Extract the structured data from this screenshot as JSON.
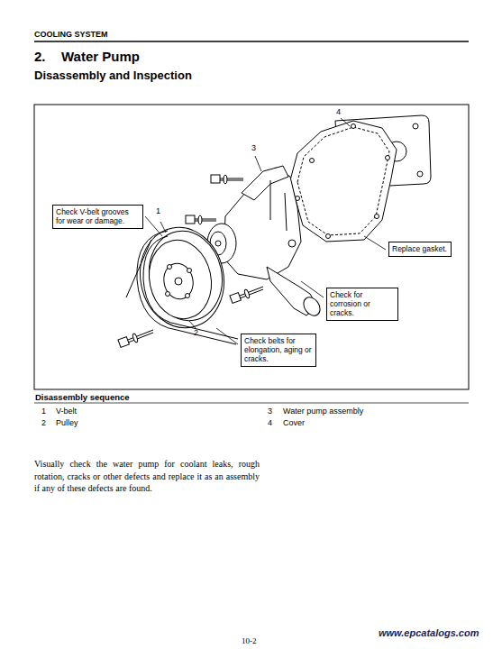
{
  "diagram": {
    "title": "Water Pump",
    "nodes": [
      {
        "text": [
          "Check V-belt grooves for wear or damage."
        ]
      },
      {
        "text": [
          "Replace gasket."
        ]
      },
      {
        "text": [
          "Check for corrosion or cracks."
        ]
      },
      {
        "text": [
          "Check belts for elongation, aging or cracks."
        ]
      }
    ],
    "labels": [
      "COOLING SYSTEM",
      "2.",
      "Disassembly and Inspection",
      "1",
      "2",
      "3",
      "4",
      "Disassembly sequence",
      "1",
      "V-belt",
      "2",
      "Pulley",
      "3",
      "Water pump assembly",
      "4",
      "Cover",
      "Visually check the water pump for coolant leaks, rough rotation, cracks or other defects and replace it as an assembly if any of these defects are found.",
      "10-2",
      "www.epcatalogs.com"
    ]
  }
}
